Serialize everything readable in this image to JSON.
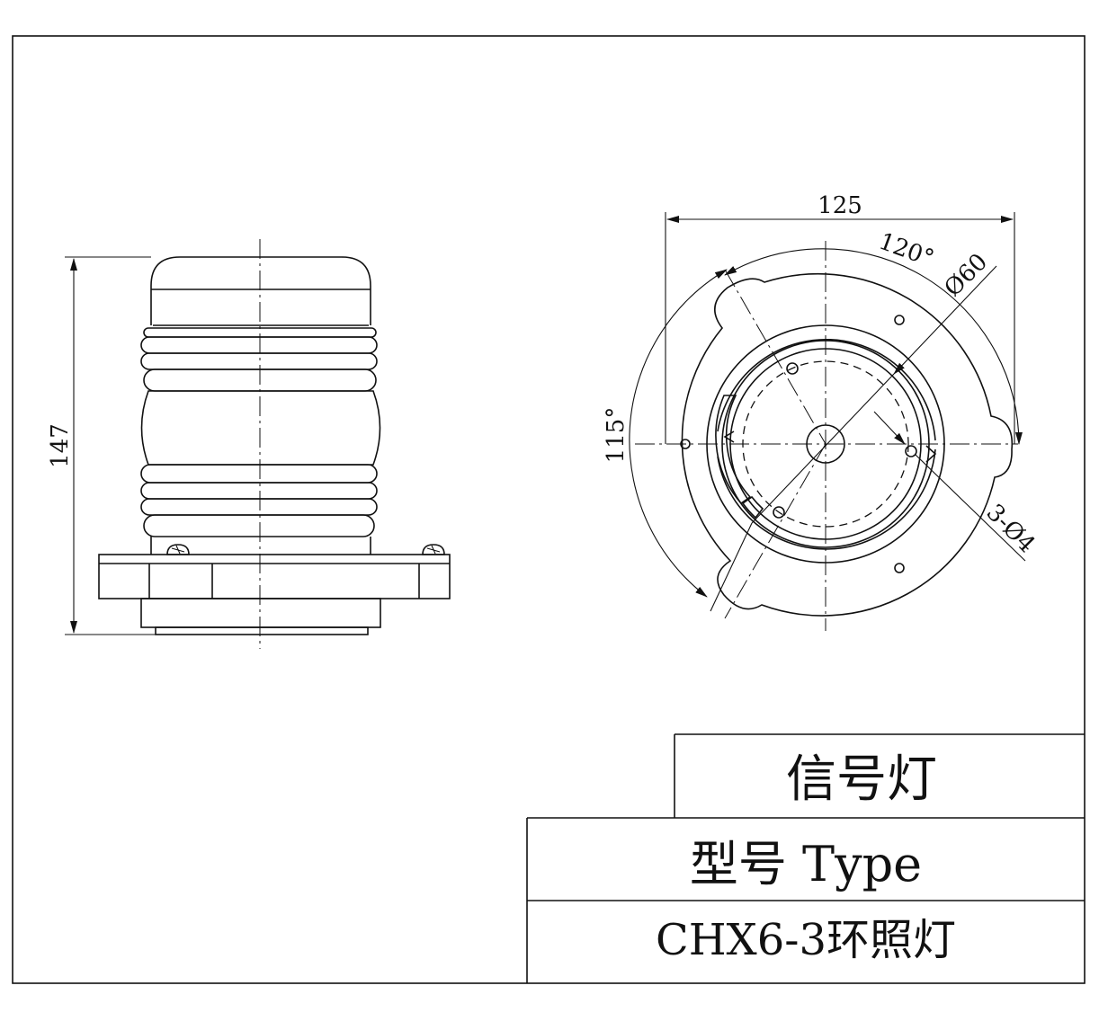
{
  "dimensions": {
    "height": "147",
    "width": "125",
    "angle_top": "120°",
    "angle_left": "115°",
    "diameter": "Ø60",
    "holes": "3-Ø4"
  },
  "title_block": {
    "name": "信号灯",
    "type_label": "型号 Type",
    "model": "CHX6-3环照灯"
  }
}
